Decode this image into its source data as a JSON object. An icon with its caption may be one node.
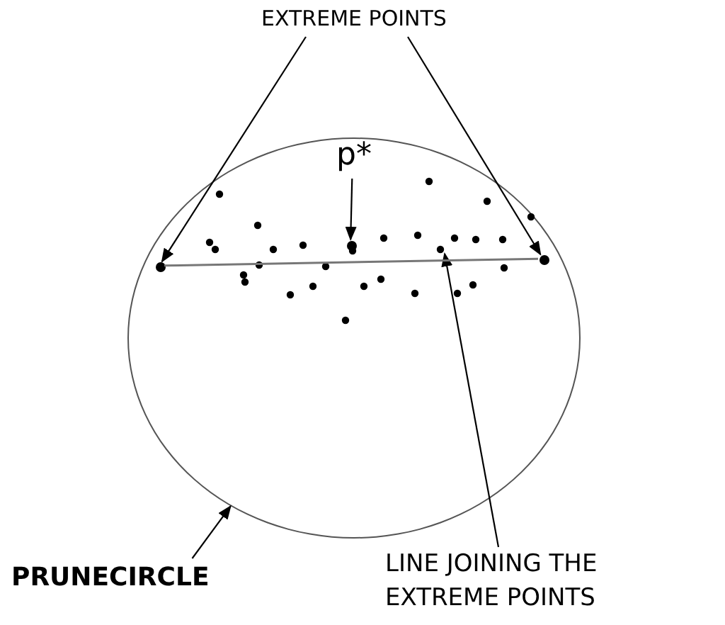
{
  "diagram": {
    "nodes": [
      {
        "text": [
          "EXTREME POINTS"
        ]
      },
      {
        "text": [
          "p*"
        ],
        "in": 4
      },
      {
        "text": [
          "PRUNECIRCLE"
        ]
      },
      {
        "text": [
          "LINE JOINING THE EXTREME POINTS"
        ]
      },
      {
        "text": [],
        "shape": "circle"
      },
      {
        "text": [],
        "shape": "circle",
        "in": 4
      },
      {
        "text": [],
        "shape": "circle",
        "in": 4
      },
      {
        "text": [],
        "shape": "circle",
        "in": 4
      }
    ],
    "edges": [
      {
        "from": 0,
        "to": 5,
        "arrow": "to"
      },
      {
        "from": 0,
        "to": 6,
        "arrow": "to"
      },
      {
        "from": 1,
        "to": 7,
        "arrow": "to"
      },
      {
        "from": 2,
        "to": 4,
        "arrow": "to"
      },
      {
        "from": 3,
        "to": null,
        "arrow": "to"
      },
      {
        "from": 5,
        "to": 6,
        "arrow": "none",
        "color": "#777777"
      }
    ]
  }
}
